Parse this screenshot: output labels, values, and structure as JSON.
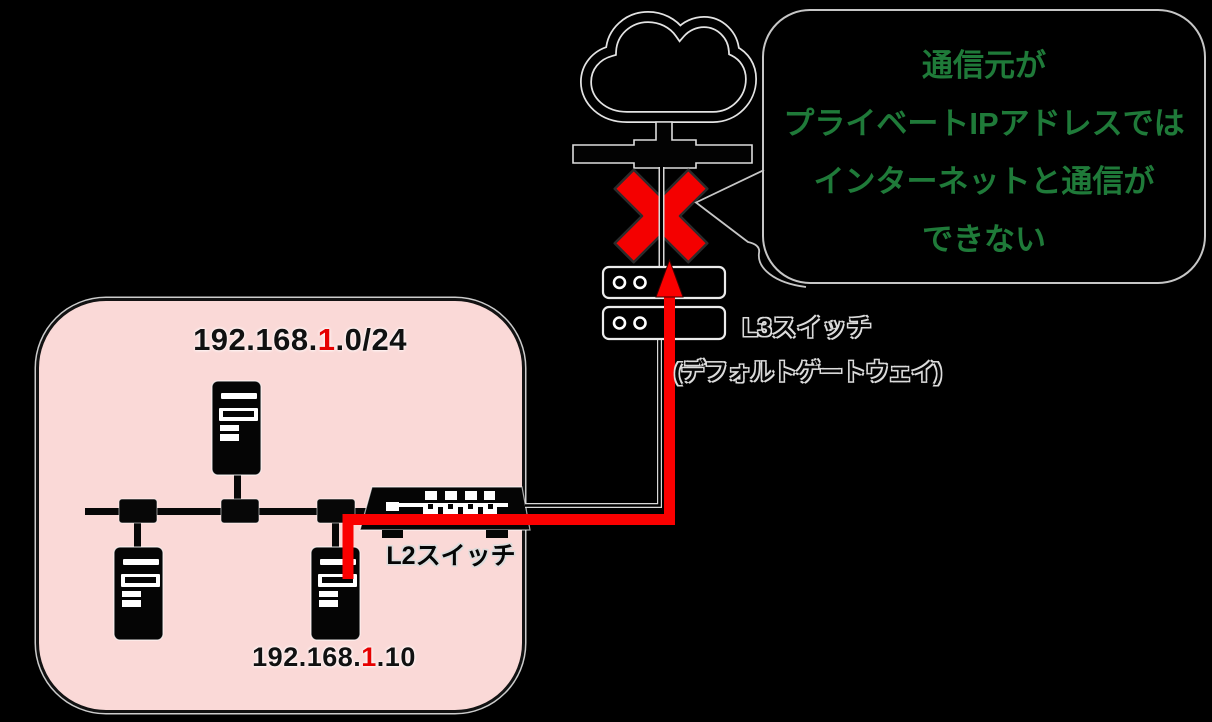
{
  "title": "private-ip-cannot-reach-internet-diagram",
  "colors": {
    "background": "#000000",
    "lan_fill": "#fad9d7",
    "arrow_red": "#fa0000",
    "x_red": "#f40000",
    "green_text": "#1f7a39",
    "highlight_octet_red": "#e60000",
    "outline_light": "#d8d8d8"
  },
  "callout": {
    "lines": [
      "通信元が",
      "プライベートIPアドレスでは",
      "インターネットと通信が",
      "できない"
    ]
  },
  "internet": {
    "icon": "cloud-icon"
  },
  "l3_switch": {
    "label": "L3スイッチ",
    "sublabel": "(デフォルトゲートウェイ)"
  },
  "l2_switch": {
    "label": "L2スイッチ"
  },
  "lan": {
    "subnet": {
      "prefix": "192.168.",
      "octet": "1",
      "suffix": ".0/24"
    },
    "host": {
      "prefix": "192.168.",
      "octet": "1",
      "suffix": ".10"
    },
    "pc_count": 3
  },
  "blocked": {
    "icon": "red-x-mark",
    "meaning": "communication blocked"
  }
}
